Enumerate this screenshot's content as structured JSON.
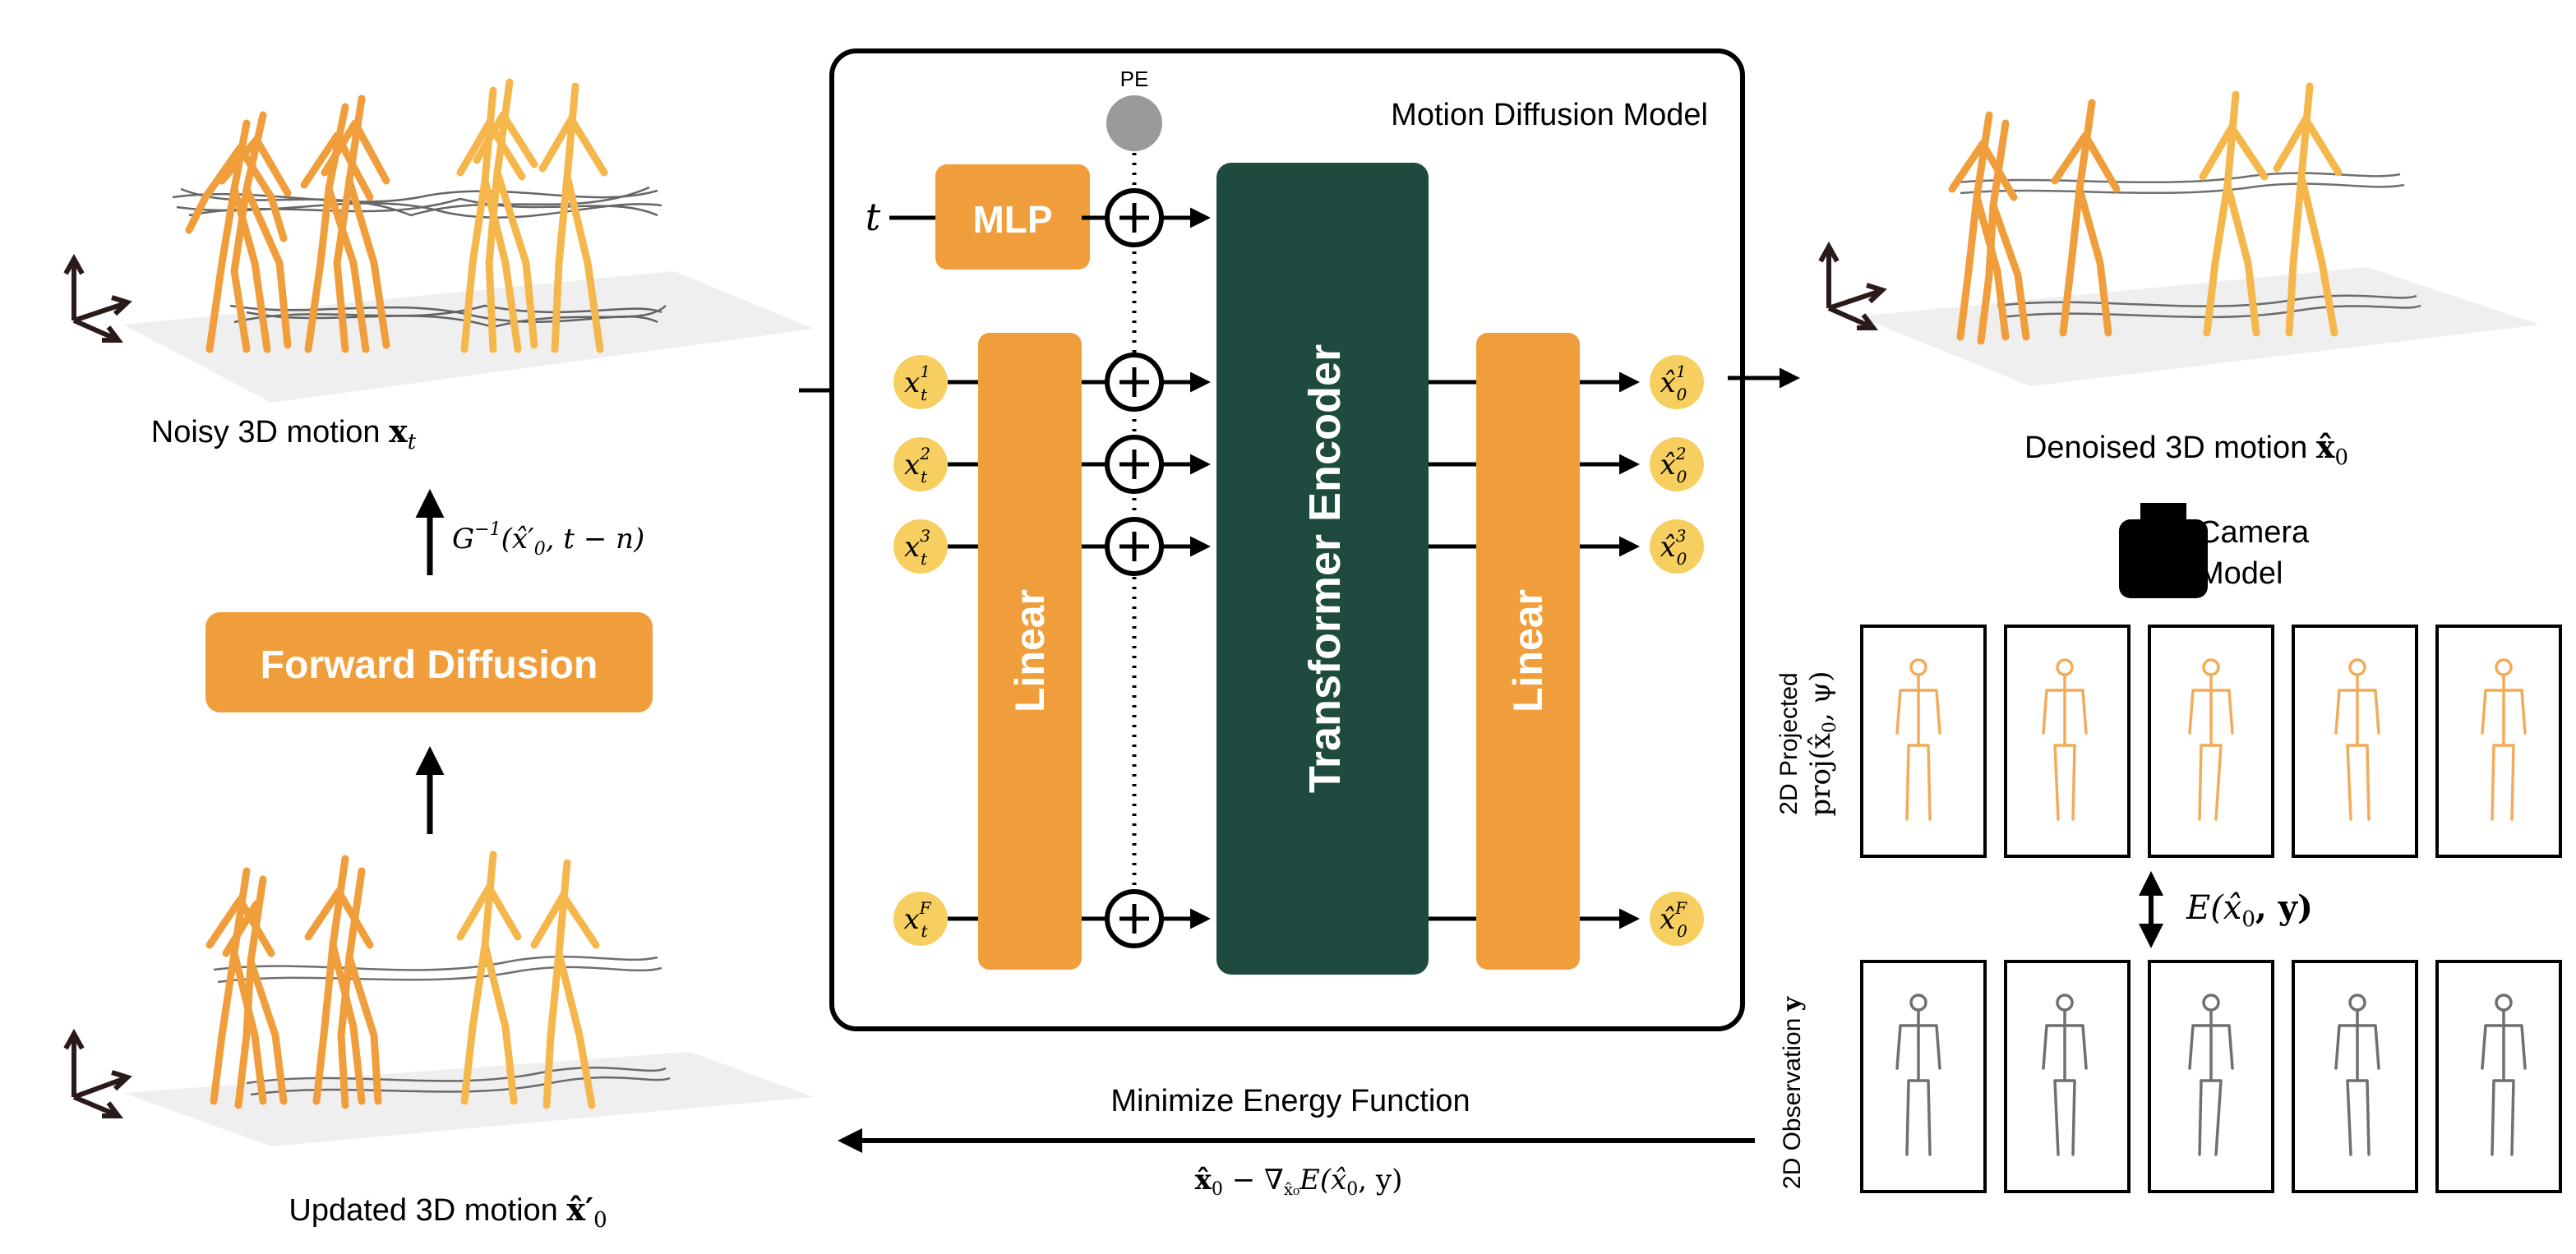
{
  "colors": {
    "orange": "#F09E3C",
    "light_orange": "#F5B74C",
    "yellow": "#F7CF60",
    "dark_green": "#1F4A3F",
    "gray": "#9A9A9A",
    "black": "#000000",
    "floor": "#EFEFEF"
  },
  "main_box": {
    "title": "Motion Diffusion Model",
    "pe_label": "PE"
  },
  "blocks": {
    "mlp": "MLP",
    "linear_in": "Linear",
    "transformer": "Transformer Encoder",
    "linear_out": "Linear",
    "forward_diffusion": "Forward Diffusion"
  },
  "inputs": {
    "time": "t",
    "tokens": [
      {
        "base": "x",
        "sup": "1",
        "sub": "t"
      },
      {
        "base": "x",
        "sup": "2",
        "sub": "t"
      },
      {
        "base": "x",
        "sup": "3",
        "sub": "t"
      },
      {
        "base": "x",
        "sup": "F",
        "sub": "t"
      }
    ]
  },
  "outputs": {
    "tokens": [
      {
        "base": "x̂",
        "sup": "1",
        "sub": "0"
      },
      {
        "base": "x̂",
        "sup": "2",
        "sub": "0"
      },
      {
        "base": "x̂",
        "sup": "3",
        "sub": "0"
      },
      {
        "base": "x̂",
        "sup": "F",
        "sub": "0"
      }
    ]
  },
  "captions": {
    "noisy": {
      "text": "Noisy 3D motion ",
      "math": "x",
      "sub": "t"
    },
    "updated": {
      "text": "Updated 3D motion ",
      "math": "x̂′",
      "sub": "0"
    },
    "denoised": {
      "text": "Denoised 3D motion ",
      "math": "x̂",
      "sub": "0"
    },
    "inverse_formula": {
      "pre": "G",
      "sup": "−1",
      "mid": "(x̂′",
      "sub": "0",
      "post": ", t − n)"
    },
    "camera": [
      "Camera",
      "Model"
    ],
    "projected_label": "2D Projected",
    "projected_formula": {
      "pre": "proj(x̂",
      "sub": "0",
      "post": ", ψ)"
    },
    "observation_label": "2D Observation",
    "observation_var": "y",
    "energy": {
      "pre": "E(x̂",
      "sub": "0",
      "post": ", y)"
    },
    "minimize": "Minimize Energy Function",
    "update_formula": {
      "a": "x̂",
      "a_sub": "0",
      "b": " − ∇",
      "b_sub": "x̂₀",
      "c": "E(x̂",
      "c_sub": "0",
      "d": ", y)"
    }
  }
}
